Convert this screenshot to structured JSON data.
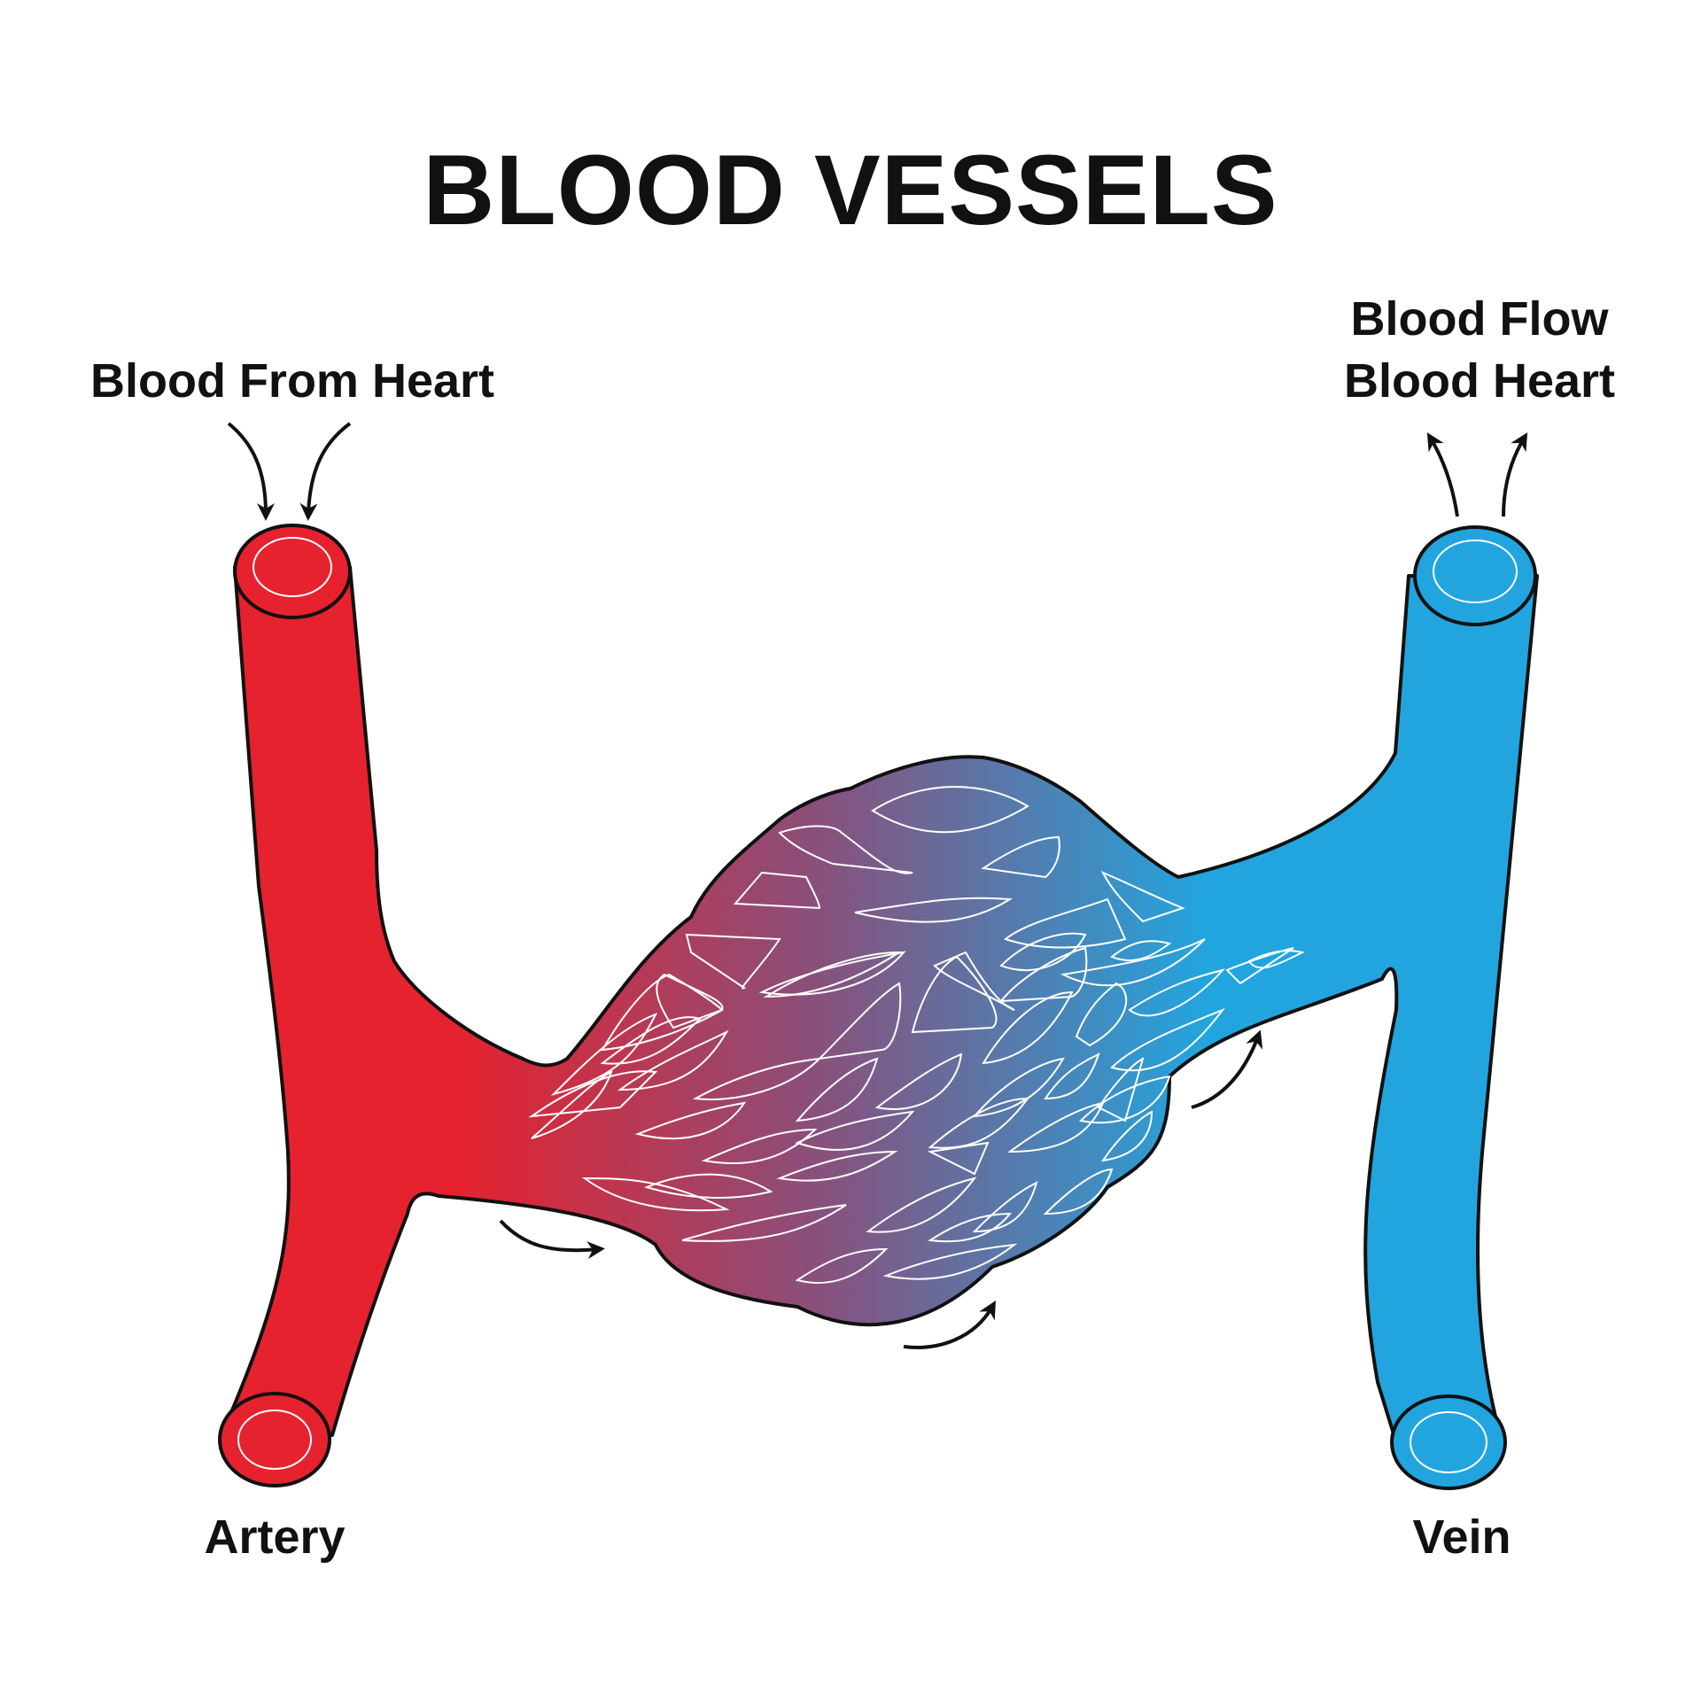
{
  "title": "BLOOD VESSELS",
  "labels": {
    "blood_from_heart": "Blood From Heart",
    "blood_flow_line1": "Blood Flow",
    "blood_flow_line2": "Blood Heart",
    "artery": "Artery",
    "vein": "Vein"
  },
  "colors": {
    "artery": "#e5222e",
    "vein": "#22a5de",
    "capillary_mid": "#8a4f7a",
    "outline": "#111111"
  }
}
